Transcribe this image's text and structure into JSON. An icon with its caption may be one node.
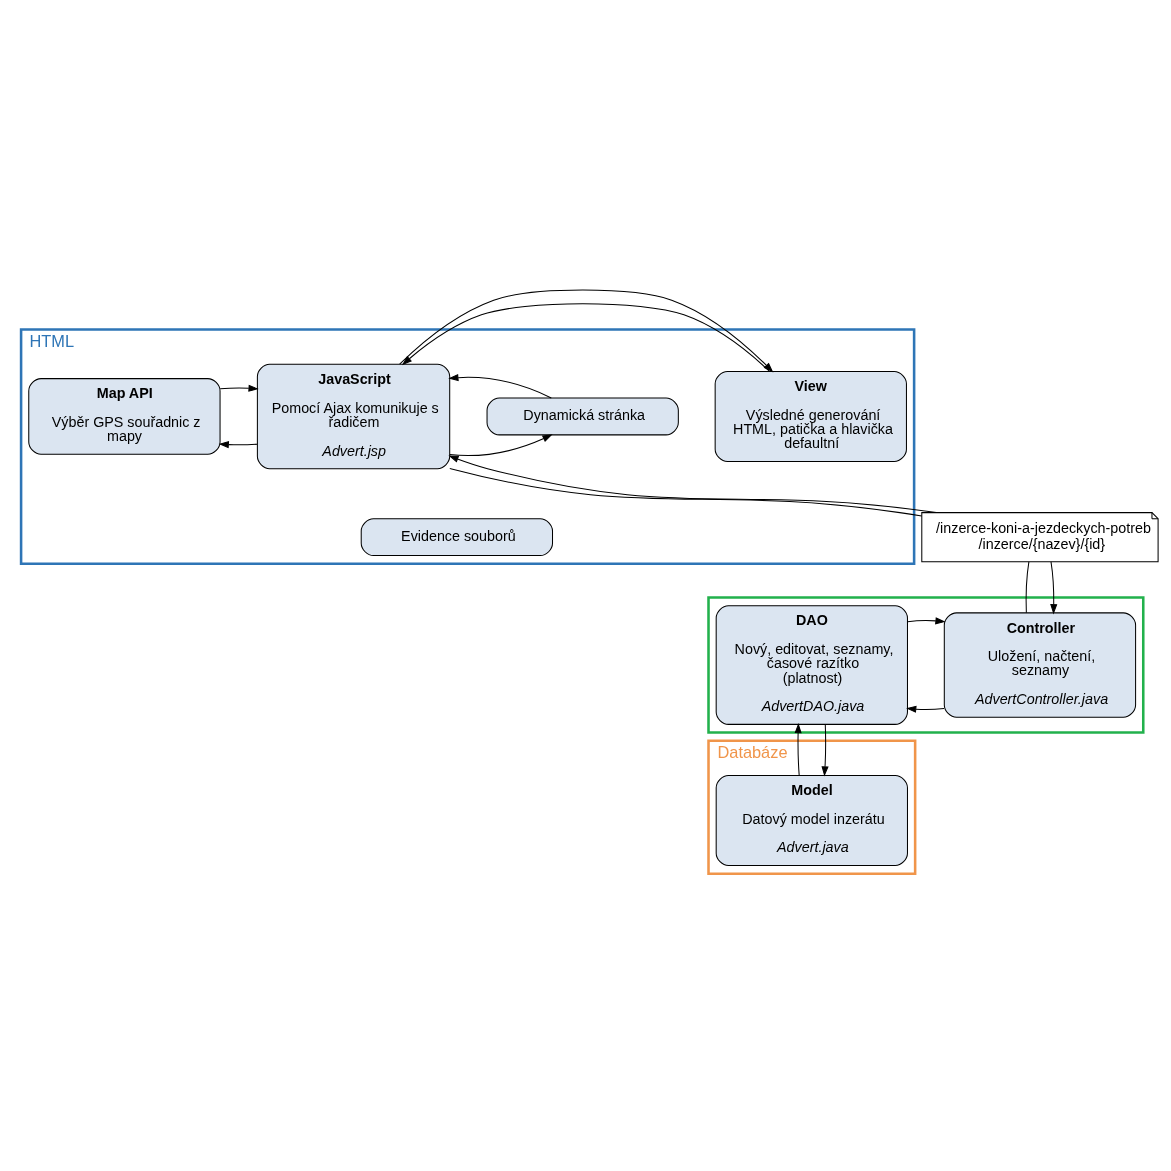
{
  "diagram": {
    "nodes": [
      {
        "text": [
          "HTML"
        ]
      },
      {
        "text": [
          "View",
          "Výsledné generování HTML, patička a hlavička defaultní"
        ],
        "in": 0
      },
      {
        "text": [
          "JavaScript",
          "Pomocí Ajax komunikuje s řadičem",
          "Advert.jsp"
        ],
        "in": 0
      },
      {
        "text": [
          "Dynamická stránka"
        ],
        "in": 0
      },
      {
        "text": [
          "Map API",
          "Výběr GPS souřadnic z mapy"
        ],
        "in": 0
      },
      {
        "text": [
          "Evidence souborů"
        ],
        "in": 0
      },
      {
        "text": [
          "/inzerce-koni-a-jezdeckych-potreb /inzerce/{nazev}/{id}"
        ]
      },
      {
        "text": [],
        "shape": "box"
      },
      {
        "text": [
          "Controller",
          "Uložení, načtení, seznamy",
          "AdvertController.java"
        ],
        "in": 7
      },
      {
        "text": [
          "DAO",
          "Nový, editovat, seznamy, časové razítko (platnost)",
          "AdvertDAO.java"
        ],
        "in": 7
      },
      {
        "text": [
          "Databáze"
        ]
      },
      {
        "text": [
          "Model",
          "Datový model inzerátu",
          "Advert.java"
        ],
        "in": 10
      }
    ],
    "edges": [
      {
        "from": 1,
        "to": 2,
        "arrow": "to"
      },
      {
        "from": 2,
        "to": 1,
        "arrow": "to"
      },
      {
        "from": 2,
        "to": 3,
        "arrow": "to"
      },
      {
        "from": 3,
        "to": 2,
        "arrow": "to"
      },
      {
        "from": 2,
        "to": 4,
        "arrow": "to"
      },
      {
        "from": 4,
        "to": 2,
        "arrow": "to"
      },
      {
        "from": 2,
        "to": 6,
        "arrow": "none"
      },
      {
        "from": 6,
        "to": 8,
        "arrow": "to"
      },
      {
        "from": 8,
        "to": 6,
        "arrow": "none"
      },
      {
        "from": 6,
        "to": 2,
        "arrow": "to"
      },
      {
        "from": 8,
        "to": 9,
        "arrow": "to"
      },
      {
        "from": 9,
        "to": 8,
        "arrow": "to"
      },
      {
        "from": 9,
        "to": 11,
        "arrow": "to"
      },
      {
        "from": 11,
        "to": 9,
        "arrow": "to"
      }
    ]
  }
}
